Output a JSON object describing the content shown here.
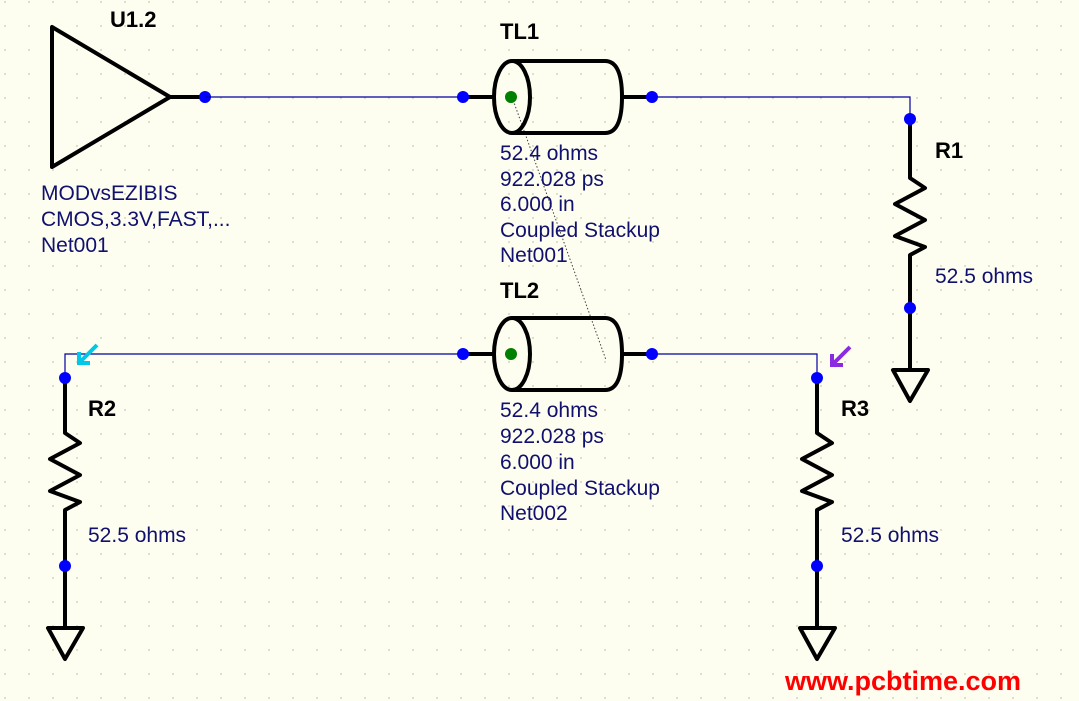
{
  "colors": {
    "background": "#fefef0",
    "wire": "#0000a0",
    "pin": "#0000ff",
    "coupled_pin": "#008000",
    "label": "#10106e",
    "watermark": "#ff0000",
    "probe_r2": "#00c8e8",
    "probe_r3": "#8a2be2"
  },
  "driver": {
    "ref": "U1.2",
    "model": "MODvsEZIBIS",
    "spec": "CMOS,3.3V,FAST,...",
    "net": "Net001"
  },
  "tl1": {
    "ref": "TL1",
    "impedance": "52.4 ohms",
    "delay": "922.028 ps",
    "length": "6.000 in",
    "type": "Coupled Stackup",
    "net": "Net001"
  },
  "tl2": {
    "ref": "TL2",
    "impedance": "52.4 ohms",
    "delay": "922.028 ps",
    "length": "6.000 in",
    "type": "Coupled Stackup",
    "net": "Net002"
  },
  "r1": {
    "ref": "R1",
    "value": "52.5 ohms"
  },
  "r2": {
    "ref": "R2",
    "value": "52.5 ohms"
  },
  "r3": {
    "ref": "R3",
    "value": "52.5 ohms"
  },
  "watermark": "www.pcbtime.com"
}
